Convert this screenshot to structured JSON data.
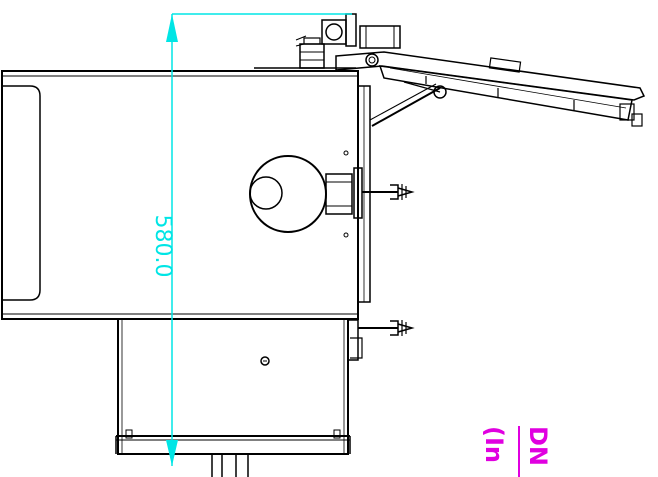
{
  "drawing": {
    "dimension": {
      "value": "580.0",
      "color": "#00e5e5"
    },
    "label": {
      "line1": "DN",
      "line2": "(In",
      "color": "#e000e0"
    },
    "line_color": "#000000",
    "background": "#ffffff"
  }
}
